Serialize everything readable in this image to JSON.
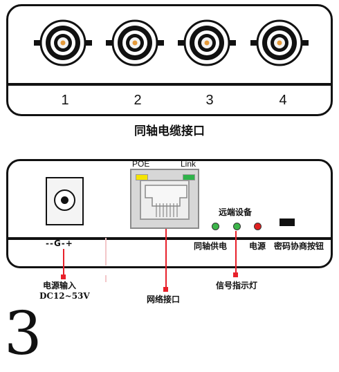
{
  "top_panel": {
    "ports": [
      {
        "number": "1"
      },
      {
        "number": "2"
      },
      {
        "number": "3"
      },
      {
        "number": "4"
      }
    ],
    "caption": "同轴电缆接口"
  },
  "bottom_panel": {
    "poe_label": "POE",
    "link_label": "Link",
    "remote_label": "远端设备",
    "coax_power_label": "同轴供电",
    "power_label": "电源",
    "pair_button_label": "密码协商按钮",
    "dc_symbol": "--G-+",
    "led_colors": {
      "poe": "#f5e400",
      "link": "#2fb34a",
      "green": "#3cb54a",
      "red": "#e02020"
    }
  },
  "callouts": {
    "power_input_title": "电源输入",
    "power_input_range": "DC12~53V",
    "network_port": "网络接口",
    "signal_indicator": "信号指示灯"
  },
  "figure_number": "3",
  "accent_color": "#e8202a"
}
